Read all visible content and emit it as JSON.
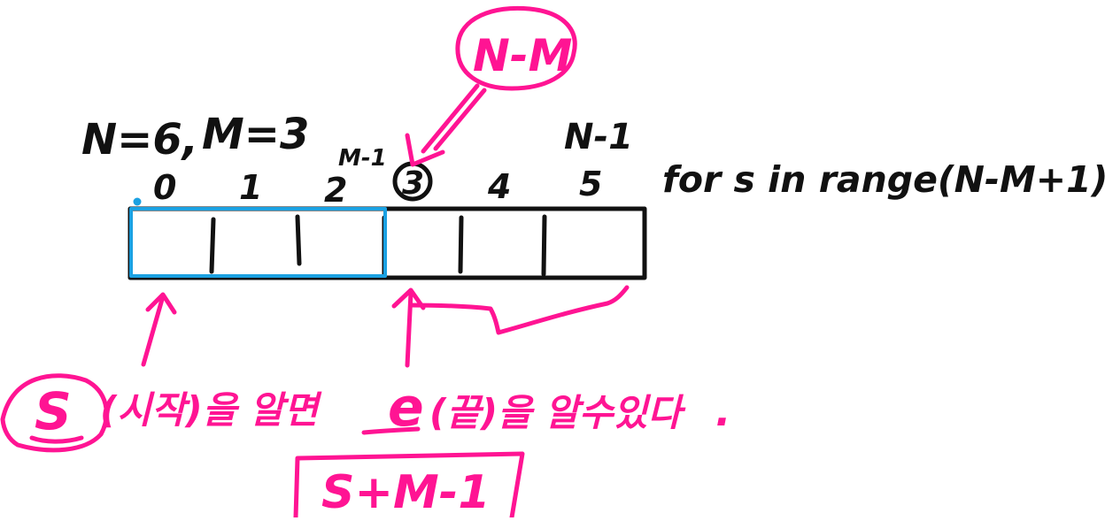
{
  "colors": {
    "ink": "#111111",
    "accent": "#ff1493",
    "window": "#1ba1e2",
    "background": "#ffffff"
  },
  "header": {
    "n_value": "N=6,",
    "m_value": "M=3",
    "m_minus_one": "M-1",
    "n_minus_one": "N-1"
  },
  "array": {
    "indices": [
      "0",
      "1",
      "2",
      "3",
      "4",
      "5"
    ]
  },
  "labels": {
    "n_minus_m": "N-M",
    "loop_code": "for s in range(N-M+1)",
    "s_symbol": "S",
    "s_explain": "(시작)을 알면",
    "e_symbol": "e",
    "e_explain": "(끝)을 알수있다",
    "period": ".",
    "end_formula": "S+M-1"
  }
}
